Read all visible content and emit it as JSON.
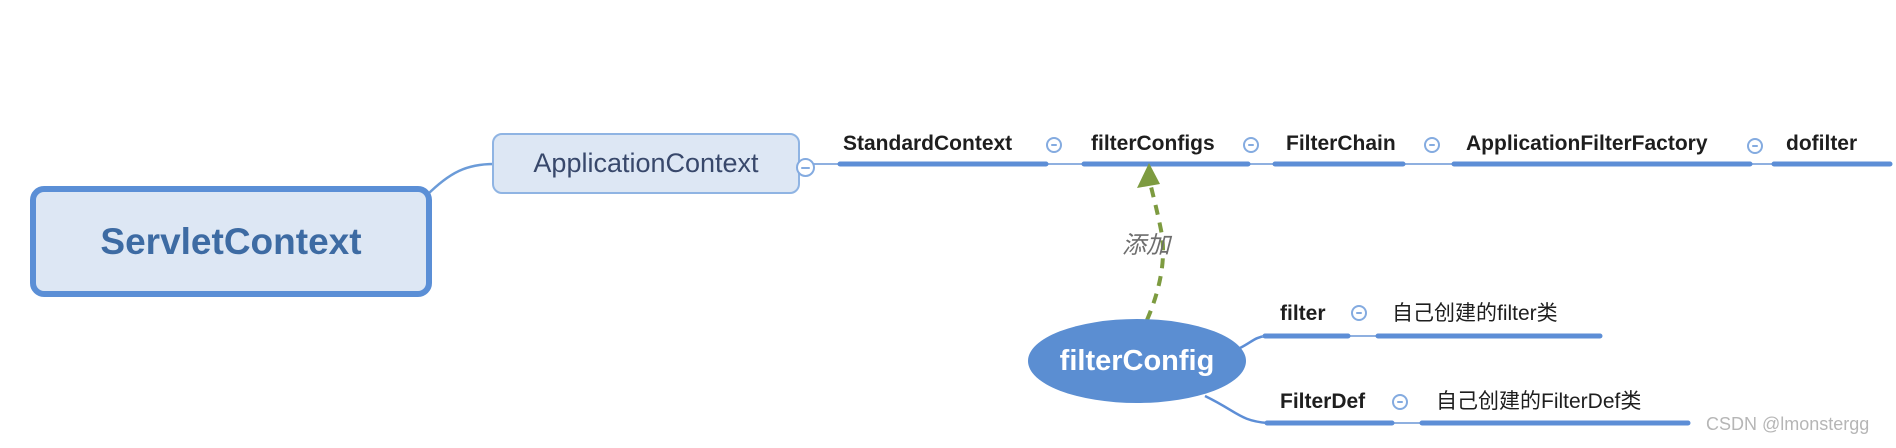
{
  "root": {
    "label": "ServletContext"
  },
  "branch": {
    "label": "ApplicationContext"
  },
  "chain": {
    "items": [
      {
        "label": "StandardContext"
      },
      {
        "label": "filterConfigs"
      },
      {
        "label": "FilterChain"
      },
      {
        "label": "ApplicationFilterFactory"
      },
      {
        "label": "dofilter"
      }
    ]
  },
  "floating_topic": {
    "label": "filterConfig",
    "relationship": {
      "label": "添加"
    },
    "children": [
      {
        "label": "filter",
        "note": "自己创建的filter类"
      },
      {
        "label": "FilterDef",
        "note": "自己创建的FilterDef类"
      }
    ]
  },
  "watermark": {
    "text": "CSDN @lmonstergg"
  },
  "icons": {
    "collapse": "circle-minus-icon"
  },
  "colors": {
    "branch_line": "#5d8ed6",
    "light_line": "#8fb0e0",
    "box_fill": "#dde7f4",
    "root_border": "#5b8fd6",
    "root_text": "#3d6ba3",
    "node_text": "#1e1e1e",
    "ellipse_fill": "#5b8ed2",
    "arrow_green": "#7d9b40",
    "icon_stroke": "#84abe0",
    "relation_text": "#6e6e6e",
    "watermark_text": "#b6b6b6"
  }
}
